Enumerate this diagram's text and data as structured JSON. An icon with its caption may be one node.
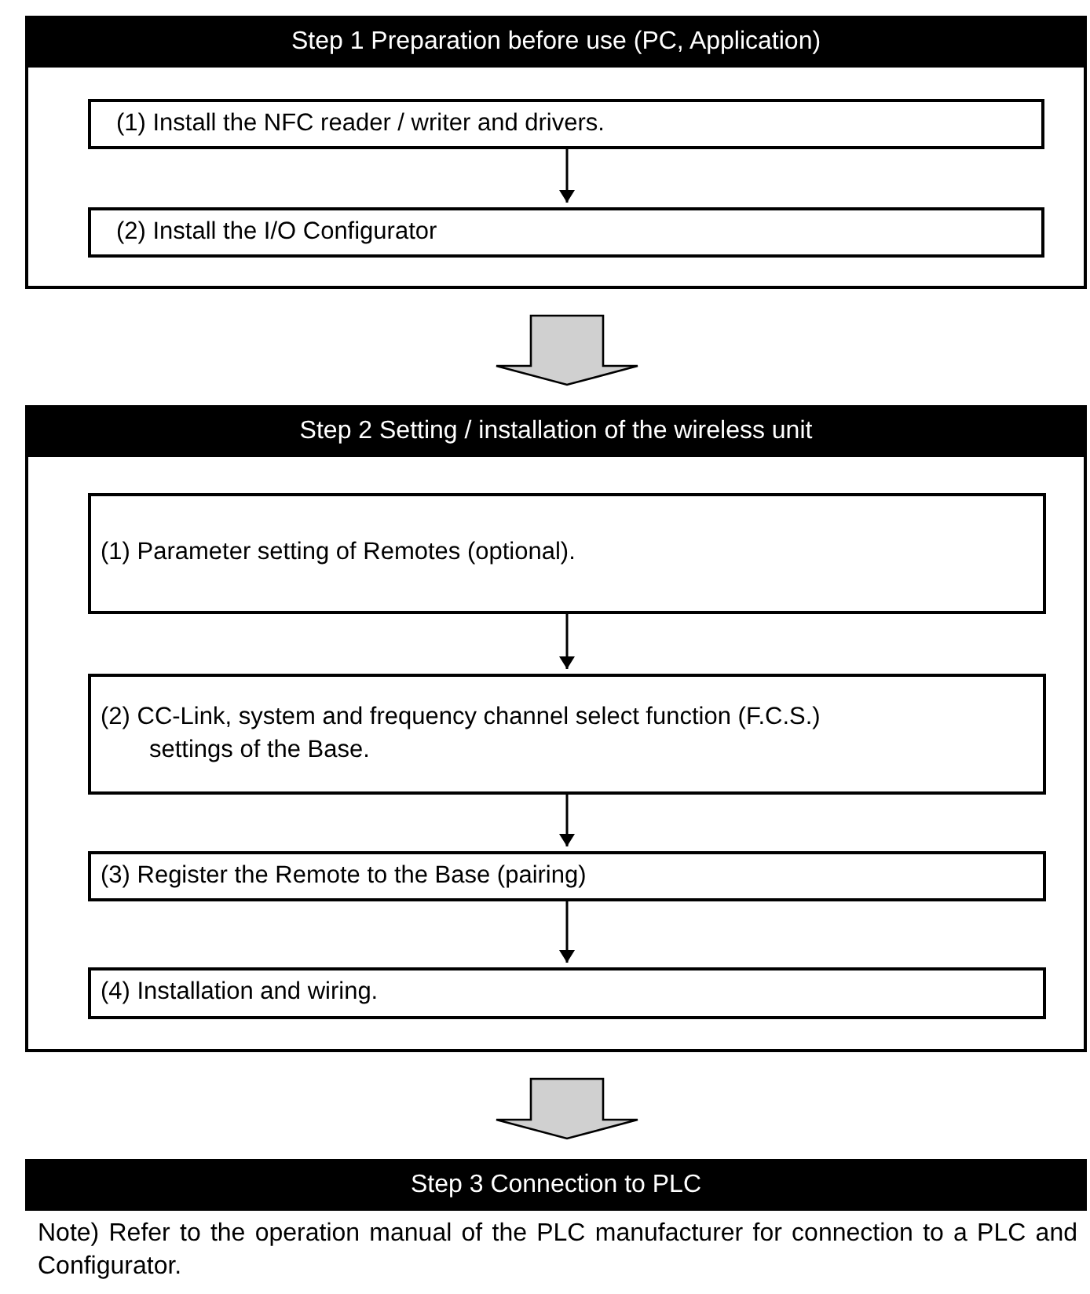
{
  "diagram": {
    "nodes": [
      {
        "text": [],
        "shape": "box"
      },
      {
        "text": [
          "Step 1 Preparation before use (PC, Application)"
        ],
        "in": 0
      },
      {
        "text": [
          "(1) Install the NFC reader / writer and drivers."
        ],
        "in": 0
      },
      {
        "text": [
          "(2) Install the I/O Configurator"
        ],
        "in": 0
      },
      {
        "text": [],
        "shape": "box"
      },
      {
        "text": [
          "Step 2 Setting / installation of the wireless unit"
        ],
        "in": 4
      },
      {
        "text": [
          "(1) Parameter setting of Remotes (optional)."
        ],
        "in": 4
      },
      {
        "text": [
          "(2) CC-Link, system and frequency channel select function (F.C.S.) settings of the Base."
        ],
        "in": 4
      },
      {
        "text": [
          "(3) Register the Remote to the Base (pairing)"
        ],
        "in": 4
      },
      {
        "text": [
          "(4) Installation and wiring."
        ],
        "in": 4
      },
      {
        "text": [
          "Step 3 Connection to PLC"
        ],
        "beside": [
          "Note) Refer to the operation manual of the PLC manufacturer for connection to a PLC and Configurator."
        ]
      }
    ],
    "edges": [
      {
        "from": 2,
        "to": 3,
        "arrow": "to"
      },
      {
        "from": 0,
        "to": 4,
        "arrow": "to",
        "style": "thick"
      },
      {
        "from": 6,
        "to": 7,
        "arrow": "to"
      },
      {
        "from": 7,
        "to": 8,
        "arrow": "to"
      },
      {
        "from": 8,
        "to": 9,
        "arrow": "to"
      },
      {
        "from": 4,
        "to": 10,
        "arrow": "to",
        "style": "thick"
      }
    ]
  }
}
